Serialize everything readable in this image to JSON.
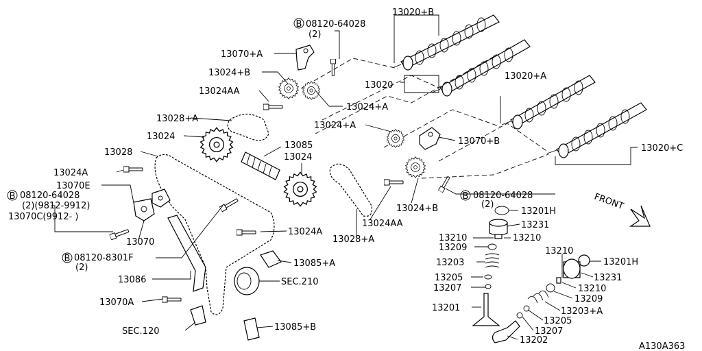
{
  "labels": {
    "l13020B": "13020+B",
    "lB_08120_64028_top": "08120-64028",
    "lB_top_qty": "(2)",
    "l13070A": "13070+A",
    "l13024B": "13024+B",
    "l13020": "13020",
    "l13024AA_top": "13024AA",
    "l13024A_top": "13024+A",
    "l13020A": "13020+A",
    "l13028A_top": "13028+A",
    "l13024": "13024",
    "l13024A_mid": "13024+A",
    "l13070B": "13070+B",
    "l13085": "13085",
    "l13028": "13028",
    "l13024_mid": "13024",
    "l13020C": "13020+C",
    "l13024A_left": "13024A",
    "l13070E": "13070E",
    "lB_08120_64028_right": "08120-64028",
    "lB_right_qty": "(2)",
    "lB_08120_64028_left": "08120-64028",
    "lB_left_qty": "(2)(9812-9912)",
    "l13070C": "13070C(9912-  )",
    "l13024B_right": "13024+B",
    "l13201H": "13201H",
    "l13024AA_mid": "13024AA",
    "l13231": "13231",
    "l13070": "13070",
    "l13024A_center": "13024A",
    "l13028A_mid": "13028+A",
    "l13210_left": "13210",
    "l13210_right": "13210",
    "l13209": "13209",
    "lB_08120_8301F": "08120-8301F",
    "lB_8301F_qty": "(2)",
    "l13203": "13203",
    "l13085A": "13085+A",
    "l13210_r2": "13210",
    "l13201H_r2": "13201H",
    "l13086": "13086",
    "lSEC210": "SEC.210",
    "l13205": "13205",
    "l13231_r2": "13231",
    "l13207": "13207",
    "l13210_r3": "13210",
    "l13209_r2": "13209",
    "l13070A_low": "13070A",
    "l13201": "13201",
    "l13203A": "13203+A",
    "l13205_r2": "13205",
    "lSEC120": "SEC.120",
    "l13085B": "13085+B",
    "l13207_r2": "13207",
    "l13202": "13202",
    "lFRONT": "FRONT",
    "lRef": "A130A363",
    "bolt_mark": "B"
  }
}
